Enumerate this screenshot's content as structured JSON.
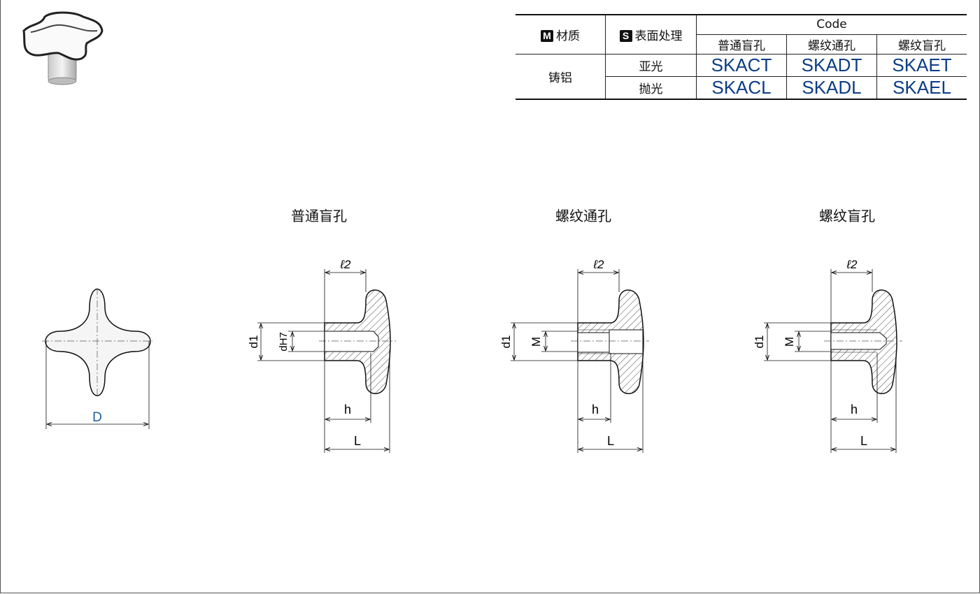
{
  "table": {
    "material_label": "材质",
    "material_badge": "M",
    "surface_label": "表面处理",
    "surface_badge": "S",
    "code_header": "Code",
    "columns": [
      "普通盲孔",
      "螺纹通孔",
      "螺纹盲孔"
    ],
    "material": "铸铝",
    "rows": [
      {
        "finish": "亚光",
        "codes": [
          "SKACT",
          "SKADT",
          "SKAET"
        ]
      },
      {
        "finish": "抛光",
        "codes": [
          "SKACL",
          "SKADL",
          "SKAEL"
        ]
      }
    ]
  },
  "drawings": {
    "front_label": "D",
    "captions": [
      "普通盲孔",
      "螺纹通孔",
      "螺纹盲孔"
    ],
    "dim_l2": "ℓ2",
    "dim_d1": "d1",
    "dim_bore": "dH7",
    "dim_thread": "M",
    "dim_h": "h",
    "dim_L": "L"
  },
  "colors": {
    "code_text": "#0c3d86",
    "D_label": "#1f5fa0"
  }
}
